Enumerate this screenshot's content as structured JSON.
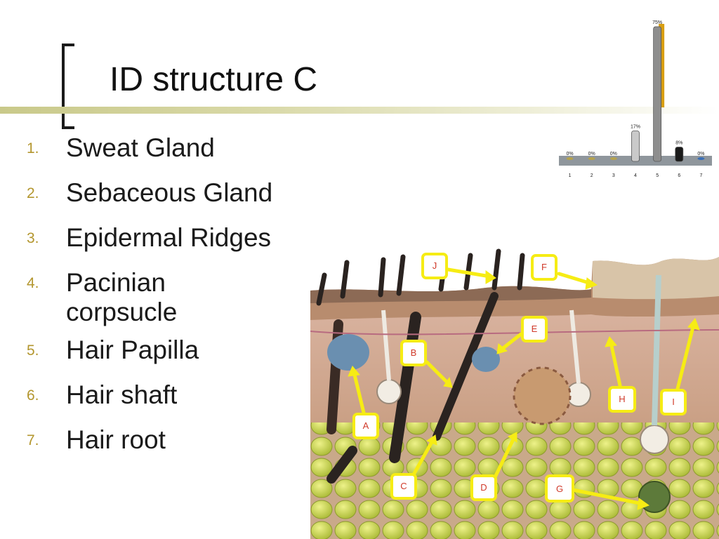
{
  "slide": {
    "title": "ID structure C",
    "options": [
      {
        "num": "1.",
        "label": "Sweat Gland"
      },
      {
        "num": "2.",
        "label": "Sebaceous Gland"
      },
      {
        "num": "3.",
        "label": "Epidermal Ridges"
      },
      {
        "num": "4.",
        "label": "Pacinian corpsucle",
        "lines": [
          "Pacinian",
          "corpsucle"
        ]
      },
      {
        "num": "5.",
        "label": "Hair Papilla"
      },
      {
        "num": "6.",
        "label": "Hair shaft"
      },
      {
        "num": "7.",
        "label": "Hair root"
      }
    ]
  },
  "chart_data": {
    "type": "bar",
    "categories": [
      "1",
      "2",
      "3",
      "4",
      "5",
      "6",
      "7"
    ],
    "values": [
      0,
      0,
      0,
      17,
      75,
      8,
      0
    ],
    "data_labels": [
      "0%",
      "0%",
      "0%",
      "17%",
      "75%",
      "8%",
      "0%"
    ],
    "ylim": [
      0,
      75
    ],
    "grid": false,
    "legend": "none",
    "colors": {
      "bar_4": "#c9c9c9",
      "bar_5": "#8e8e8e",
      "bar_6": "#1a1a1a",
      "accent_5": "#d89e12",
      "floor": "#8f969c"
    }
  },
  "diagram": {
    "labels": [
      "A",
      "B",
      "C",
      "D",
      "E",
      "F",
      "G",
      "H",
      "I",
      "J"
    ],
    "colors": {
      "arrow": "#f6ec14",
      "label_text": "#d03a2a"
    }
  }
}
